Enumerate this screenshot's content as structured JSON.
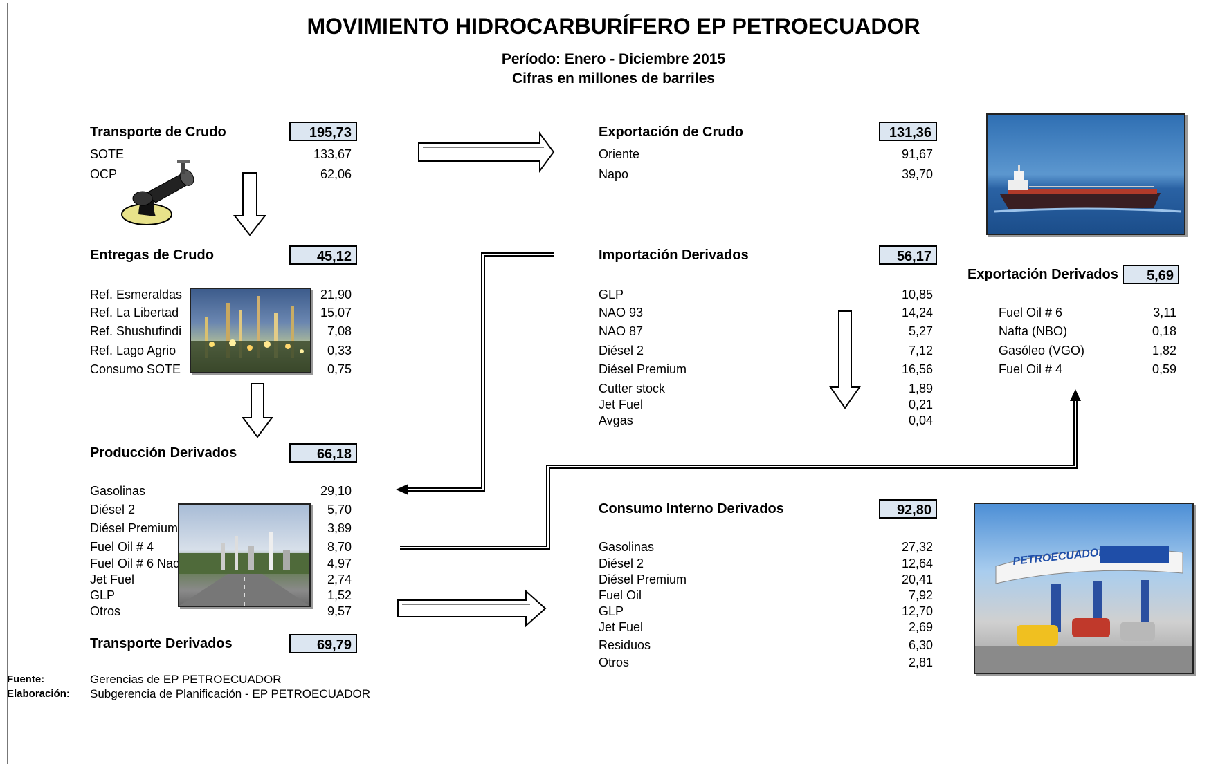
{
  "title": "MOVIMIENTO HIDROCARBURÍFERO EP PETROECUADOR",
  "periodo": "Período: Enero - Diciembre 2015",
  "unidades": "Cifras en millones de barriles",
  "transporte_crudo": {
    "title": "Transporte de Crudo",
    "total": "195,73",
    "items": [
      {
        "label": "SOTE",
        "value": "133,67"
      },
      {
        "label": "OCP",
        "value": "62,06"
      }
    ]
  },
  "entregas_crudo": {
    "title": "Entregas de Crudo",
    "total": "45,12",
    "items": [
      {
        "label": "Ref. Esmeraldas",
        "value": "21,90"
      },
      {
        "label": "Ref. La Libertad",
        "value": "15,07"
      },
      {
        "label": "Ref. Shushufindi",
        "value": "7,08"
      },
      {
        "label": "Ref. Lago Agrio",
        "value": "0,33"
      },
      {
        "label": "Consumo SOTE",
        "value": "0,75"
      }
    ]
  },
  "produccion_derivados": {
    "title": "Producción Derivados",
    "total": "66,18",
    "items": [
      {
        "label": "Gasolinas",
        "value": "29,10"
      },
      {
        "label": "Diésel 2",
        "value": "5,70"
      },
      {
        "label": "Diésel Premium",
        "value": "3,89"
      },
      {
        "label": "Fuel Oil # 4",
        "value": "8,70"
      },
      {
        "label": "Fuel Oil # 6 Nac",
        "value": "4,97"
      },
      {
        "label": "Jet Fuel",
        "value": "2,74"
      },
      {
        "label": "GLP",
        "value": "1,52"
      },
      {
        "label": "Otros",
        "value": "9,57"
      }
    ]
  },
  "transporte_derivados": {
    "title": "Transporte Derivados",
    "total": "69,79"
  },
  "exportacion_crudo": {
    "title": "Exportación de Crudo",
    "total": "131,36",
    "items": [
      {
        "label": "Oriente",
        "value": "91,67"
      },
      {
        "label": "Napo",
        "value": "39,70"
      }
    ]
  },
  "importacion_derivados": {
    "title": "Importación Derivados",
    "total": "56,17",
    "items": [
      {
        "label": "GLP",
        "value": "10,85"
      },
      {
        "label": "NAO 93",
        "value": "14,24"
      },
      {
        "label": "NAO 87",
        "value": "5,27"
      },
      {
        "label": "Diésel 2",
        "value": "7,12"
      },
      {
        "label": "Diésel Premium",
        "value": "16,56"
      },
      {
        "label": "Cutter stock",
        "value": "1,89"
      },
      {
        "label": "Jet Fuel",
        "value": "0,21"
      },
      {
        "label": "Avgas",
        "value": "0,04"
      }
    ]
  },
  "exportacion_derivados": {
    "title": "Exportación Derivados",
    "total": "5,69",
    "items": [
      {
        "label": "Fuel Oil # 6",
        "value": "3,11"
      },
      {
        "label": "Nafta (NBO)",
        "value": "0,18"
      },
      {
        "label": "Gasóleo (VGO)",
        "value": "1,82"
      },
      {
        "label": "Fuel Oil # 4",
        "value": "0,59"
      }
    ]
  },
  "consumo_interno": {
    "title": "Consumo Interno Derivados",
    "total": "92,80",
    "items": [
      {
        "label": "Gasolinas",
        "value": "27,32"
      },
      {
        "label": "Diésel 2",
        "value": "12,64"
      },
      {
        "label": "Diésel Premium",
        "value": "20,41"
      },
      {
        "label": "Fuel Oil",
        "value": "7,92"
      },
      {
        "label": "GLP",
        "value": "12,70"
      },
      {
        "label": "Jet Fuel",
        "value": "2,69"
      },
      {
        "label": "Residuos",
        "value": "6,30"
      },
      {
        "label": "Otros",
        "value": "2,81"
      }
    ]
  },
  "station_sign": "PETROECUADOR",
  "footer": {
    "fuente_label": "Fuente:",
    "fuente": "Gerencias de EP PETROECUADOR",
    "elaboracion_label": "Elaboración:",
    "elaboracion": "Subgerencia de Planificación - EP PETROECUADOR"
  }
}
